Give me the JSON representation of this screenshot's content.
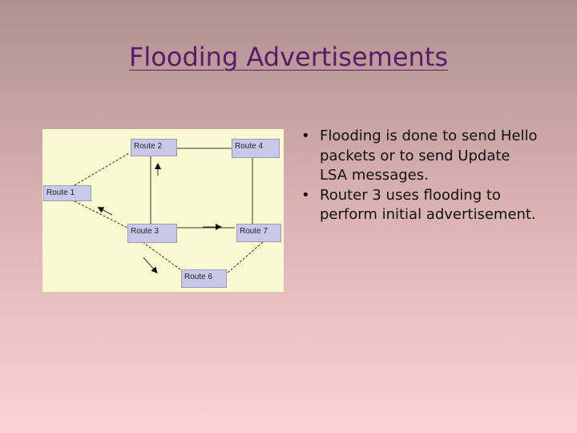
{
  "slide": {
    "title": "Flooding Advertisements",
    "bullets": [
      "Flooding is done to send Hello packets or to send Update LSA messages.",
      "Router 3 uses flooding to perform initial advertisement."
    ],
    "bullet_glyph": "•"
  },
  "diagram": {
    "background_color": "#fafad2",
    "node_color": "#c8c8e8",
    "nodes": {
      "route1": "Route 1",
      "route2": "Route 2",
      "route3": "Route 3",
      "route4": "Route 4",
      "route6": "Route 6",
      "route7": "Route 7"
    }
  }
}
